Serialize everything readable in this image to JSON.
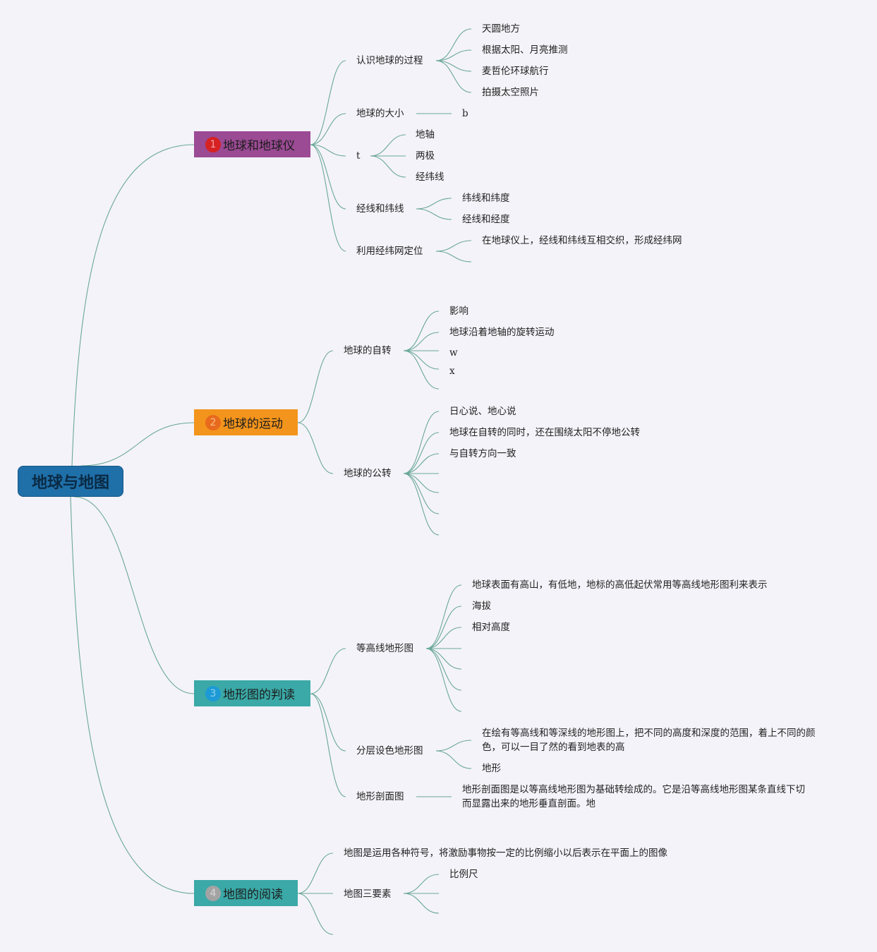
{
  "root": {
    "label": "地球与地图"
  },
  "branches": [
    {
      "index": "1",
      "label": "地球和地球仪",
      "color": "#9b4a94",
      "badge_color": "#d62222",
      "badge_text_color": "#f4a5a5"
    },
    {
      "index": "2",
      "label": "地球的运动",
      "color": "#f3941c",
      "badge_color": "#e86a1c",
      "badge_text_color": "#f7c08a"
    },
    {
      "index": "3",
      "label": "地形图的判读",
      "color": "#3aa9a7",
      "badge_color": "#1d9ad6",
      "badge_text_color": "#8fd0ee"
    },
    {
      "index": "4",
      "label": "地图的阅读",
      "color": "#3aa9a7",
      "badge_color": "#a3a3a3",
      "badge_text_color": "#d8d8d8"
    }
  ],
  "nodes": {
    "b1": {
      "s1": {
        "label": "认识地球的过程",
        "children": [
          "天圆地方",
          "根据太阳、月亮推测",
          "麦哲伦环球航行",
          "拍摄太空照片"
        ]
      },
      "s2": {
        "label": "地球的大小",
        "children": [
          "b"
        ]
      },
      "s3": {
        "label": "t",
        "children": [
          "地轴",
          "两极",
          "经纬线"
        ]
      },
      "s4": {
        "label": "经线和纬线",
        "children": [
          "纬线和纬度",
          "经线和经度"
        ]
      },
      "s5": {
        "label": "利用经纬网定位",
        "children": [
          "在地球仪上，经线和纬线互相交织，形成经纬网"
        ]
      }
    },
    "b2": {
      "s1": {
        "label": "地球的自转",
        "children": [
          "影响",
          "地球沿着地轴的旋转运动",
          "w",
          "x"
        ]
      },
      "s2": {
        "label": "地球的公转",
        "children": [
          "日心说、地心说",
          "地球在自转的同时，还在围绕太阳不停地公转",
          "与自转方向一致"
        ]
      }
    },
    "b3": {
      "s1": {
        "label": "等高线地形图",
        "children": [
          "地球表面有高山，有低地，地标的高低起伏常用等高线地形图利来表示",
          "海拔",
          "相对高度"
        ]
      },
      "s2": {
        "label": "分层设色地形图",
        "children": [
          "在绘有等高线和等深线的地形图上，把不同的高度和深度的范围，着上不同的颜色，可以一目了然的看到地表的高",
          "地形"
        ]
      },
      "s3": {
        "label": "地形剖面图",
        "children": [
          "地形剖面图是以等高线地形图为基础转绘成的。它是沿等高线地形图某条直线下切而显露出来的地形垂直剖面。地"
        ]
      }
    },
    "b4": {
      "s1": {
        "label": "地图是运用各种符号，将激励事物按一定的比例缩小以后表示在平面上的图像"
      },
      "s2": {
        "label": "地图三要素",
        "children": [
          "比例尺"
        ]
      }
    }
  },
  "colors": {
    "link": "#6aa896",
    "background": "#f4f3f9",
    "root_fill": "#1f6fa8"
  }
}
